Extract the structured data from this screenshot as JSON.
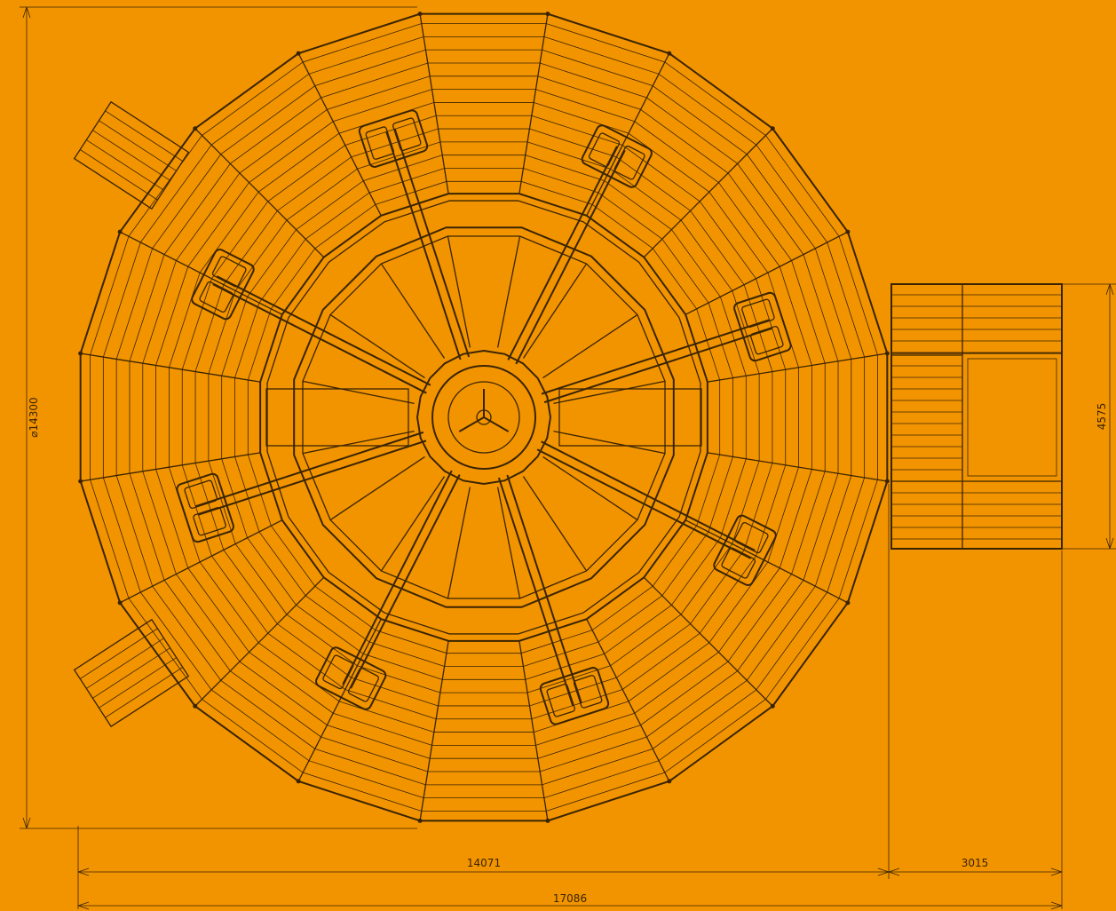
{
  "colors": {
    "background": "#F29400",
    "ink": "#3a2400"
  },
  "dimensions": {
    "diameter": "⌀14300",
    "platform_width": "14071",
    "entrance_width": "3015",
    "overall_width": "17086",
    "entrance_depth": "4575"
  },
  "structure": {
    "outer_segments": 20,
    "gondolas": 8
  }
}
